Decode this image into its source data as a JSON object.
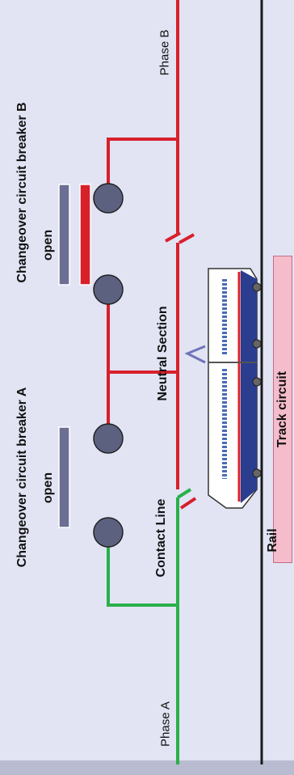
{
  "labels": {
    "phase_a": "Phase A",
    "phase_b": "Phase B",
    "contact_line": "Contact Line",
    "neutral_section": "Neutral Section",
    "breaker_a": "Changeover circuit breaker A",
    "breaker_b": "Changeover circuit breaker B",
    "open_a": "open",
    "open_b": "open",
    "rail": "Rail",
    "track_circuit": "Track circuit"
  },
  "colors": {
    "background": "#e2e4f4",
    "phase_a_line": "#2ab04a",
    "phase_b_line": "#d8202b",
    "breaker_circle": "#5d6180",
    "open_bar": "#6b6f93",
    "closed_bar": "#d8202b",
    "track_circuit_box": "#f5bccb",
    "train_body": "#2a3d8f"
  },
  "breakers": {
    "a": {
      "state": "open"
    },
    "b": {
      "state": "closed-to-phase-b"
    }
  }
}
